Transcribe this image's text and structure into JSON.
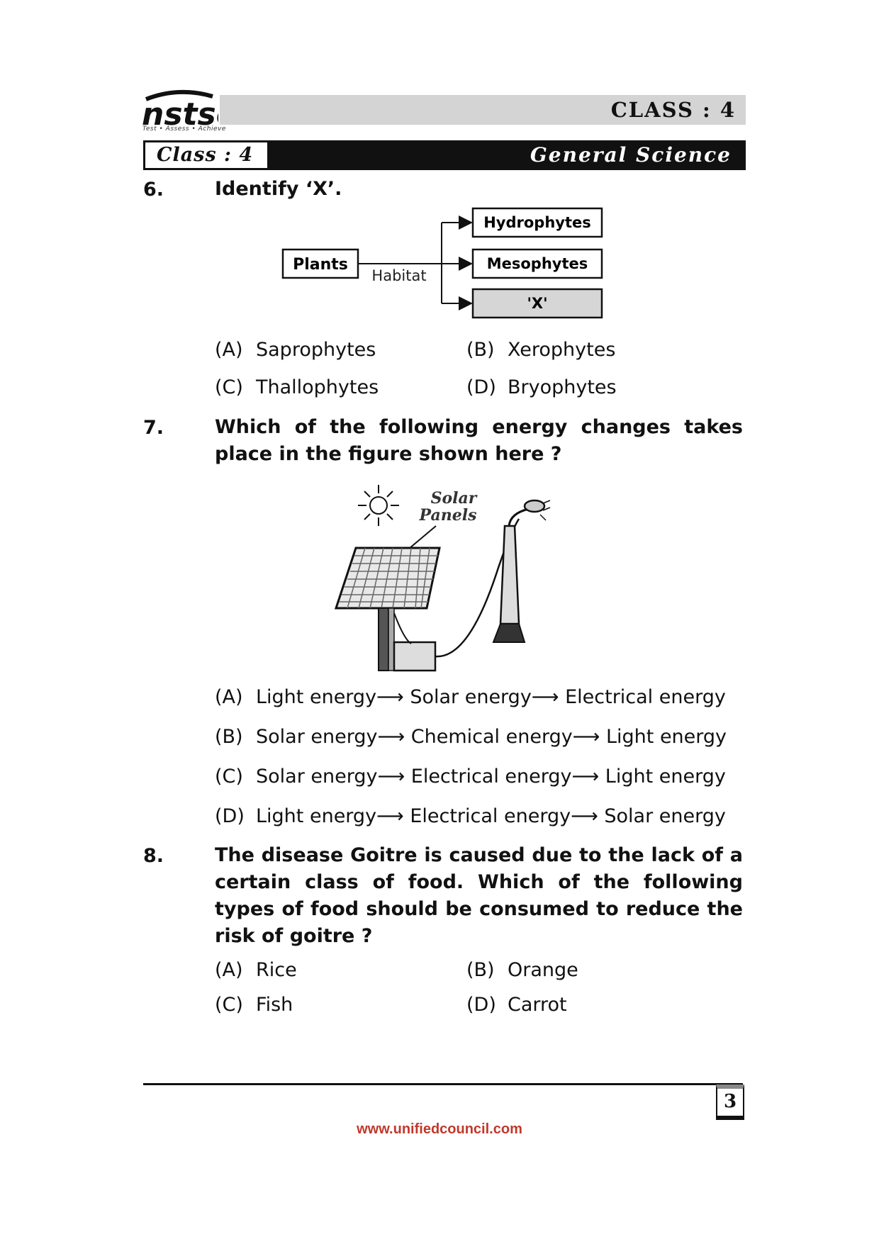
{
  "header": {
    "logo_text": "nstse",
    "logo_tagline": "Test • Assess • Achieve",
    "class_top": "CLASS  :  4",
    "class_box": "Class : 4",
    "subject": "General Science"
  },
  "questions": [
    {
      "number": "6.",
      "text": "Identify ‘X’.",
      "diagram": {
        "root": "Plants",
        "edge_label": "Habitat",
        "branches": [
          "Hydrophytes",
          "Mesophytes",
          "'X'"
        ]
      },
      "options": [
        {
          "label": "(A)",
          "text": "Saprophytes"
        },
        {
          "label": "(B)",
          "text": "Xerophytes"
        },
        {
          "label": "(C)",
          "text": "Thallophytes"
        },
        {
          "label": "(D)",
          "text": "Bryophytes"
        }
      ]
    },
    {
      "number": "7.",
      "text": "Which of the following energy changes takes place in the figure shown here ?",
      "figure": {
        "caption_line1": "Solar",
        "caption_line2": "Panels"
      },
      "options": [
        {
          "label": "(A)",
          "text": "Light energy⟶ Solar energy⟶ Electrical energy"
        },
        {
          "label": "(B)",
          "text": "Solar energy⟶ Chemical energy⟶ Light energy"
        },
        {
          "label": "(C)",
          "text": "Solar energy⟶ Electrical energy⟶ Light energy"
        },
        {
          "label": "(D)",
          "text": "Light energy⟶ Electrical energy⟶ Solar energy"
        }
      ]
    },
    {
      "number": "8.",
      "text": "The disease Goitre is caused due to the lack of a certain class of food. Which of the following types of food should be consumed to reduce the risk of goitre ?",
      "options": [
        {
          "label": "(A)",
          "text": "Rice"
        },
        {
          "label": "(B)",
          "text": "Orange"
        },
        {
          "label": "(C)",
          "text": "Fish"
        },
        {
          "label": "(D)",
          "text": "Carrot"
        }
      ]
    }
  ],
  "footer": {
    "page_number": "3",
    "url": "www.unifiedcouncil.com"
  },
  "colors": {
    "header_gray": "#d4d4d4",
    "footer_url": "#c0392b"
  }
}
